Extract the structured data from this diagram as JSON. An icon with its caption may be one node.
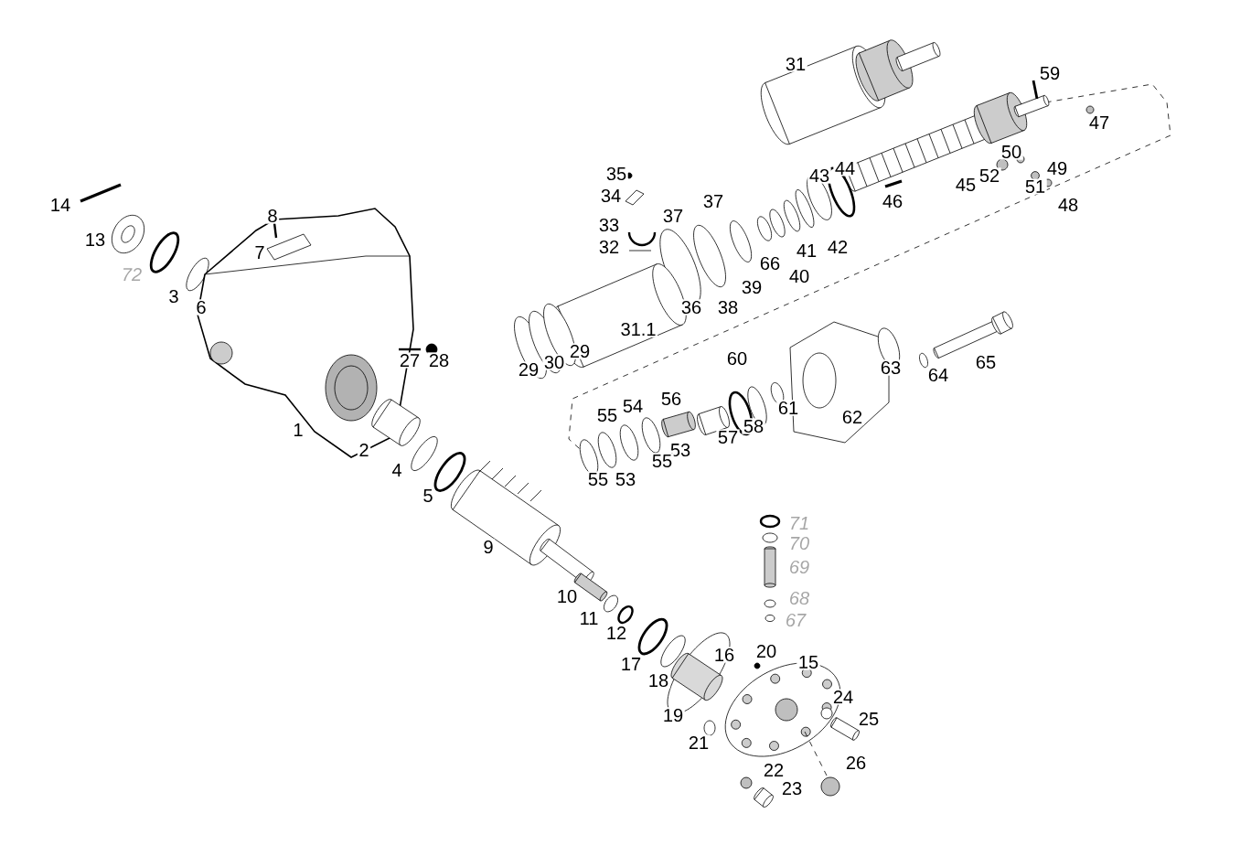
{
  "diagram": {
    "labels": [
      "31",
      "59",
      "47",
      "50",
      "49",
      "44",
      "35",
      "43",
      "52",
      "45",
      "51",
      "34",
      "46",
      "37",
      "14",
      "48",
      "8",
      "37",
      "33",
      "13",
      "42",
      "32",
      "41",
      "7",
      "66",
      "72",
      "40",
      "39",
      "3",
      "6",
      "36",
      "38",
      "31.1",
      "29",
      "27",
      "28",
      "30",
      "65",
      "60",
      "63",
      "29",
      "64",
      "56",
      "54",
      "61",
      "55",
      "62",
      "58",
      "1",
      "57",
      "2",
      "53",
      "55",
      "4",
      "55",
      "53",
      "5",
      "71",
      "70",
      "9",
      "69",
      "10",
      "68",
      "11",
      "67",
      "12",
      "20",
      "16",
      "15",
      "17",
      "18",
      "24",
      "19",
      "25",
      "21",
      "26",
      "22",
      "23"
    ]
  }
}
